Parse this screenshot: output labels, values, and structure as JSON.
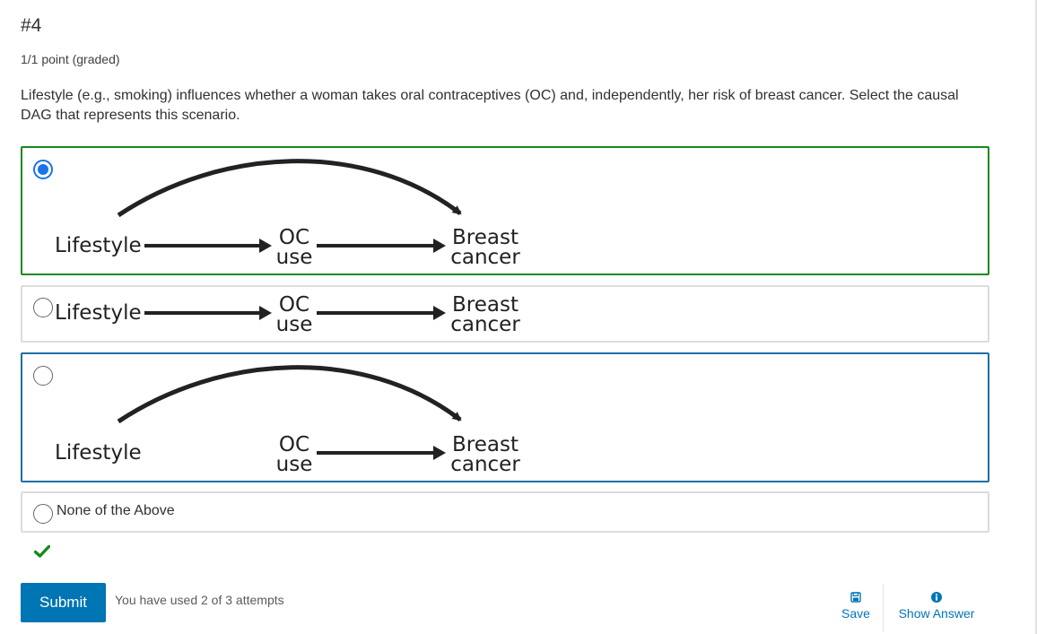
{
  "problem": {
    "title": "#4",
    "progress": "1/1 point (graded)",
    "prompt": "Lifestyle (e.g., smoking) influences whether a woman takes oral contraceptives (OC) and, independently, her risk of breast cancer. Select the causal DAG that represents this scenario."
  },
  "dag_labels": {
    "lifestyle": "Lifestyle",
    "oc_line1": "OC",
    "oc_line2": "use",
    "bc_line1": "Breast",
    "bc_line2": "cancer"
  },
  "choices": [
    {
      "id": "a",
      "selected": true,
      "status": "correct"
    },
    {
      "id": "b",
      "selected": false,
      "status": "none"
    },
    {
      "id": "c",
      "selected": false,
      "status": "focused"
    },
    {
      "id": "d",
      "selected": false,
      "label": "None of the Above"
    }
  ],
  "result": {
    "status": "correct",
    "icon": "checkmark-icon"
  },
  "actions": {
    "submit_label": "Submit",
    "attempts_text": "You have used 2 of 3 attempts",
    "save_label": "Save",
    "show_answer_label": "Show Answer"
  },
  "colors": {
    "correct": "#178a1f",
    "focus": "#1d6fa5",
    "primary": "#0075b4",
    "radio_selected": "#1a73e8"
  }
}
